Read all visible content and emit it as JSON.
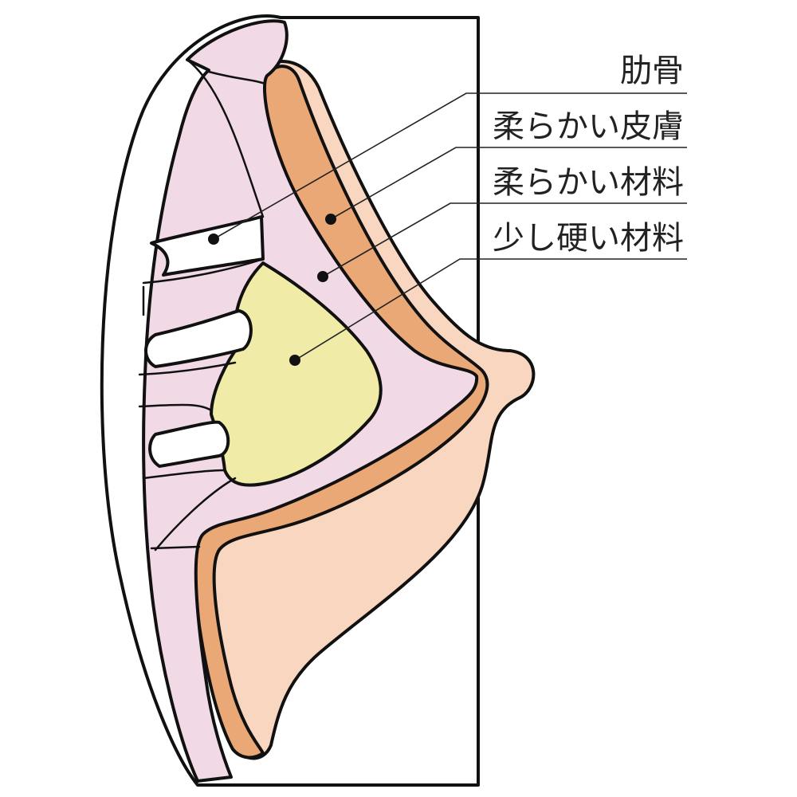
{
  "labels": [
    {
      "id": "rib",
      "text": "肋骨"
    },
    {
      "id": "soft-skin",
      "text": "柔らかい皮膚"
    },
    {
      "id": "soft-material",
      "text": "柔らかい材料"
    },
    {
      "id": "firmer-material",
      "text": "少し硬い材料"
    }
  ],
  "colors": {
    "chest_wall": "#f2d9e6",
    "ribs": "#ffffff",
    "soft_skin_band": "#eaa876",
    "outer_tissue": "#f8d6c0",
    "firm_core": "#f0eca8",
    "outline": "#111111"
  }
}
